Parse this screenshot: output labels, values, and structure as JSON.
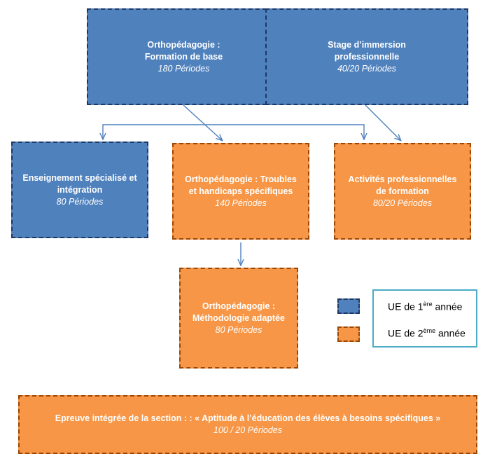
{
  "boxes": {
    "formation_base": {
      "title1": "Orthopédagogie :",
      "title2": "Formation de base",
      "periods": "180 Périodes"
    },
    "stage": {
      "title1": "Stage d’immersion",
      "title2": "professionnelle",
      "periods": "40/20 Périodes"
    },
    "enseignement": {
      "title1": "Enseignement spécialisé et",
      "title2": "intégration",
      "periods": "80 Périodes"
    },
    "troubles": {
      "title1": "Orthopédagogie : Troubles",
      "title2": "et handicaps spécifiques",
      "periods": "140 Périodes"
    },
    "activites": {
      "title1": "Activités professionnelles",
      "title2": "de formation",
      "periods": "80/20 Périodes"
    },
    "methodologie": {
      "title1": "Orthopédagogie :",
      "title2": "Méthodologie adaptée",
      "periods": "80 Périodes"
    },
    "epreuve": {
      "title1": "Epreuve intégrée de la section : : « Aptitude à l’éducation des élèves à besoins spécifiques »",
      "periods": "100 / 20 Périodes"
    }
  },
  "legend": {
    "first_prefix": "UE de 1",
    "first_sup": "ère",
    "first_suffix": " année",
    "second_prefix": "UE de 2",
    "second_sup": "ème",
    "second_suffix": " année"
  },
  "colors": {
    "first_year": "#4f81bd",
    "second_year": "#f79646",
    "arrow": "#4f81bd",
    "legend_border": "#4bacc6"
  }
}
